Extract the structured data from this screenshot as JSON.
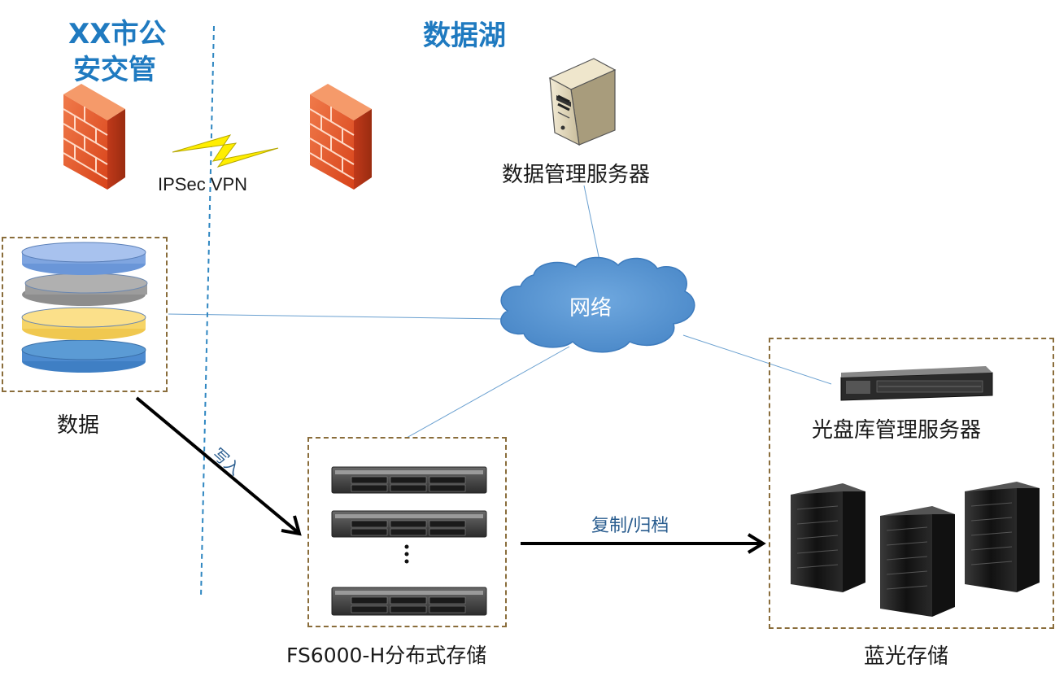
{
  "regions": {
    "police_zone": {
      "title_prefix": "XX",
      "title_line1_rest": "市公",
      "title_line2": "安交管"
    },
    "data_lake": {
      "title": "数据湖"
    }
  },
  "links": {
    "vpn_label": "IPSec VPN",
    "write_label": "写入",
    "replicate_label": "复制/归档"
  },
  "nodes": {
    "data_management_server": "数据管理服务器",
    "network_cloud": "网络",
    "data_source": "数据",
    "distributed_storage": "FS6000-H分布式存储",
    "jukebox_management_server": "光盘库管理服务器",
    "bluray_storage": "蓝光存储"
  },
  "colors": {
    "title_blue": "#1f7ac0",
    "firewall_orange": "#e8531c",
    "cloud_blue": "#5b9bd5",
    "dash_line_blue": "#2e86c1",
    "box_border": "#8a6d3b",
    "lightning_yellow": "#ffee00"
  }
}
